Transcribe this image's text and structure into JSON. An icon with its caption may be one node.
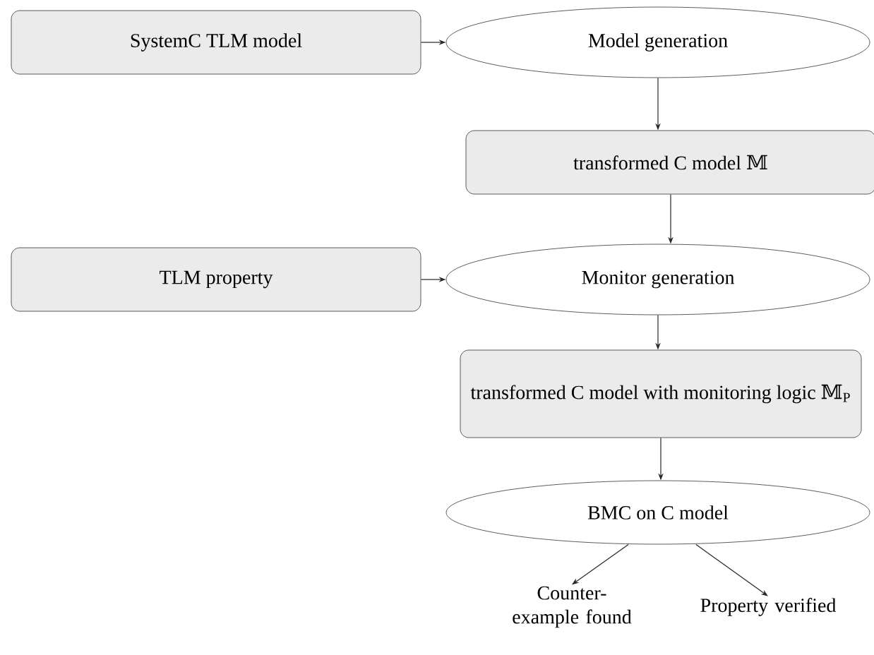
{
  "diagram": {
    "nodes": [
      {
        "text": [
          "SystemC TLM model"
        ]
      },
      {
        "text": [
          "Model generation"
        ]
      },
      {
        "text": [
          "transformed C model 𝕄"
        ]
      },
      {
        "text": [
          "TLM property"
        ]
      },
      {
        "text": [
          "Monitor generation"
        ]
      },
      {
        "text": [
          "transformed C model with monitoring logic 𝕄$_{P}$"
        ]
      },
      {
        "text": [
          "BMC on C model"
        ]
      },
      {
        "text": [
          "Counter- example found"
        ]
      },
      {
        "text": [
          "Property verified"
        ]
      }
    ],
    "edges": [
      {
        "from": 0,
        "to": 1,
        "arrow": "to"
      },
      {
        "from": 1,
        "to": 2,
        "arrow": "to"
      },
      {
        "from": 2,
        "to": 4,
        "arrow": "to"
      },
      {
        "from": 3,
        "to": 4,
        "arrow": "to"
      },
      {
        "from": 4,
        "to": 5,
        "arrow": "to"
      },
      {
        "from": 5,
        "to": 6,
        "arrow": "to"
      },
      {
        "from": 6,
        "to": 7,
        "arrow": "to"
      },
      {
        "from": 6,
        "to": 8,
        "arrow": "to"
      }
    ]
  }
}
